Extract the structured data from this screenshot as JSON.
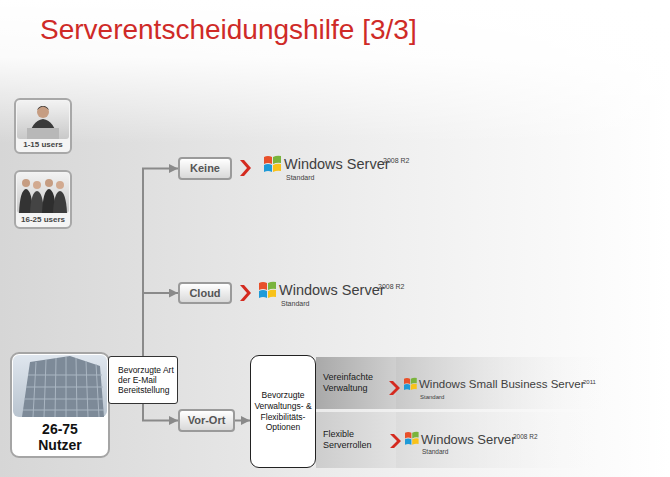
{
  "diagram": {
    "title": "Serverentscheidungshilfe [3/3]",
    "nodes": [
      {
        "text": [
          "1-15 users"
        ]
      },
      {
        "text": [
          "16-25 users"
        ]
      },
      {
        "text": [
          "Keine"
        ]
      },
      {
        "text": [
          "Cloud"
        ]
      },
      {
        "text": [
          "26-75 Nutzer"
        ]
      },
      {
        "text": [
          "Bevorzugte Art der E-Mail Bereitstellung"
        ]
      },
      {
        "text": [
          "Vor-Ort"
        ]
      },
      {
        "text": [
          "Bevorzugte Verwaltungs- & Flexibilitäts- Optionen"
        ]
      },
      {
        "text": [
          "Vereinfachte Verwaltung"
        ]
      },
      {
        "text": [
          "Flexible Serverrollen"
        ]
      }
    ],
    "edges": [
      {
        "from": 5,
        "to": 2,
        "arrow": "to"
      },
      {
        "from": 5,
        "to": 3,
        "arrow": "to"
      },
      {
        "from": 5,
        "to": 6,
        "arrow": "to"
      },
      {
        "from": 6,
        "to": 7,
        "arrow": "to"
      }
    ],
    "labels": [
      "Windows Server",
      "2008 R2",
      "Standard",
      "Windows Server",
      "2008 R2",
      "Standard",
      "Windows Small Business Server",
      "2011",
      "Standard",
      "Windows Server",
      "2008 R2",
      "Standard"
    ]
  }
}
